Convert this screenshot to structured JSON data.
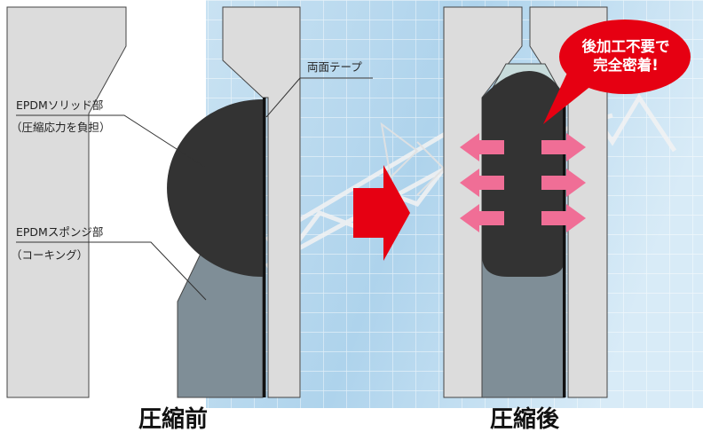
{
  "diagram": {
    "labels": {
      "tape": "両面テープ",
      "solid_line1": "EPDMソリッド部",
      "solid_line2": "（圧縮応力を負担）",
      "sponge_line1": "EPDMスポンジ部",
      "sponge_line2": "（コーキング）"
    },
    "captions": {
      "before": "圧縮前",
      "after": "圧縮後"
    },
    "callout": {
      "line1": "後加工不要で",
      "line2": "完全密着!"
    },
    "colors": {
      "panel": "#dcdcdc",
      "solid": "#333333",
      "sponge": "#7f8e97",
      "arrow": "#e60012",
      "pressure_arrow": "#f06e96",
      "callout": "#e60012"
    }
  }
}
